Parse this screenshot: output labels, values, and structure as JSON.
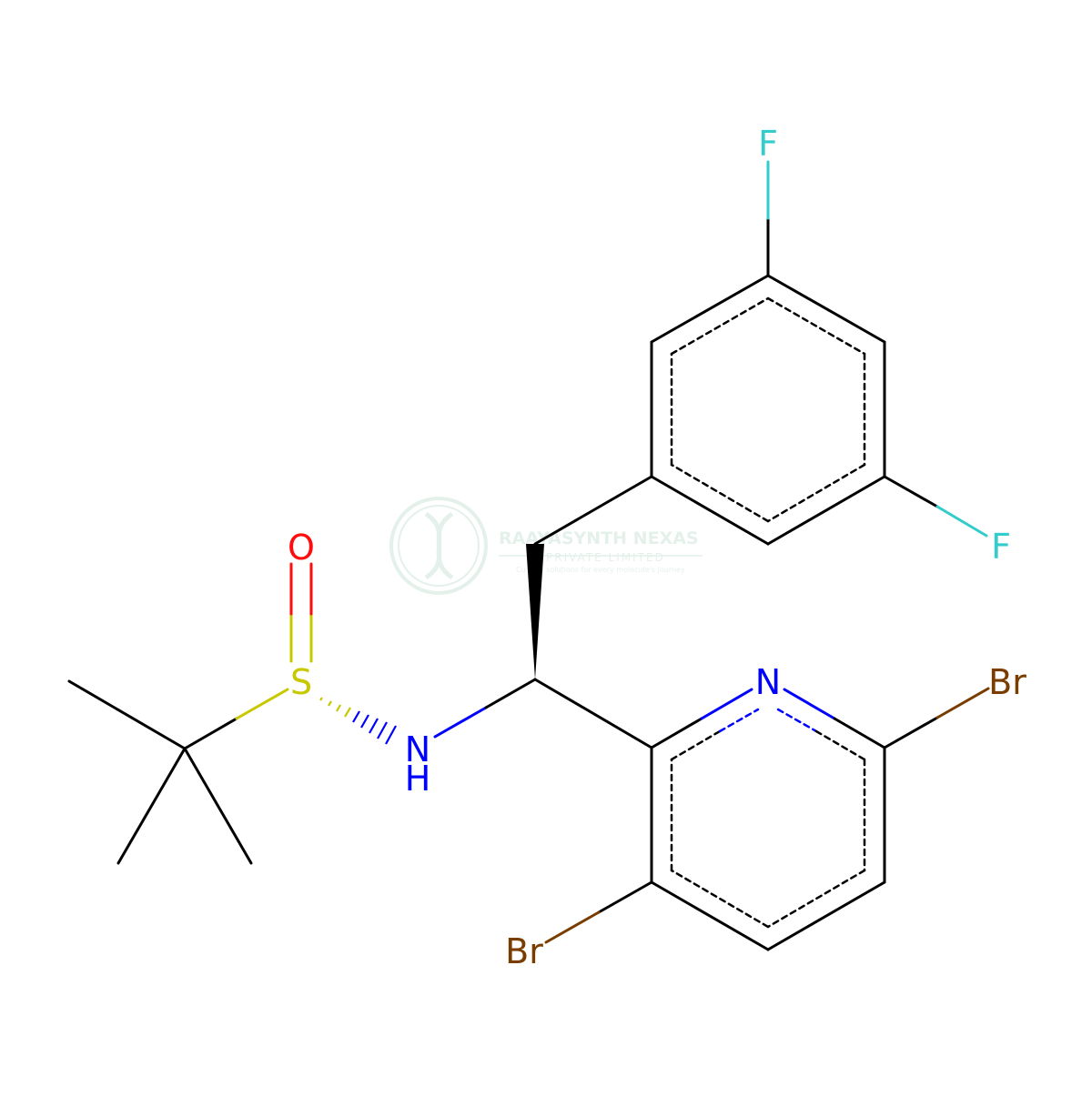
{
  "diagram": {
    "atoms": {
      "O": {
        "label": "O",
        "color": "#ff0d0d"
      },
      "S": {
        "label": "S",
        "color": "#c8c800"
      },
      "N_amine": {
        "label": "N",
        "color": "#0000ff"
      },
      "H_amine": {
        "label": "H",
        "color": "#0000ff"
      },
      "N_pyridine": {
        "label": "N",
        "color": "#0000ff"
      },
      "F_top": {
        "label": "F",
        "color": "#33cccc"
      },
      "F_right": {
        "label": "F",
        "color": "#33cccc"
      },
      "Br_right": {
        "label": "Br",
        "color": "#7a3d00"
      },
      "Br_bottom": {
        "label": "Br",
        "color": "#7a3d00"
      }
    },
    "bond_color": "#000000"
  },
  "watermark": {
    "name": "RAAYASYNTH NEXAS",
    "subtitle": "PRIVATE LIMITED",
    "tagline": "Custom solutions for every molecule's journey",
    "color": "#2e8b57"
  }
}
